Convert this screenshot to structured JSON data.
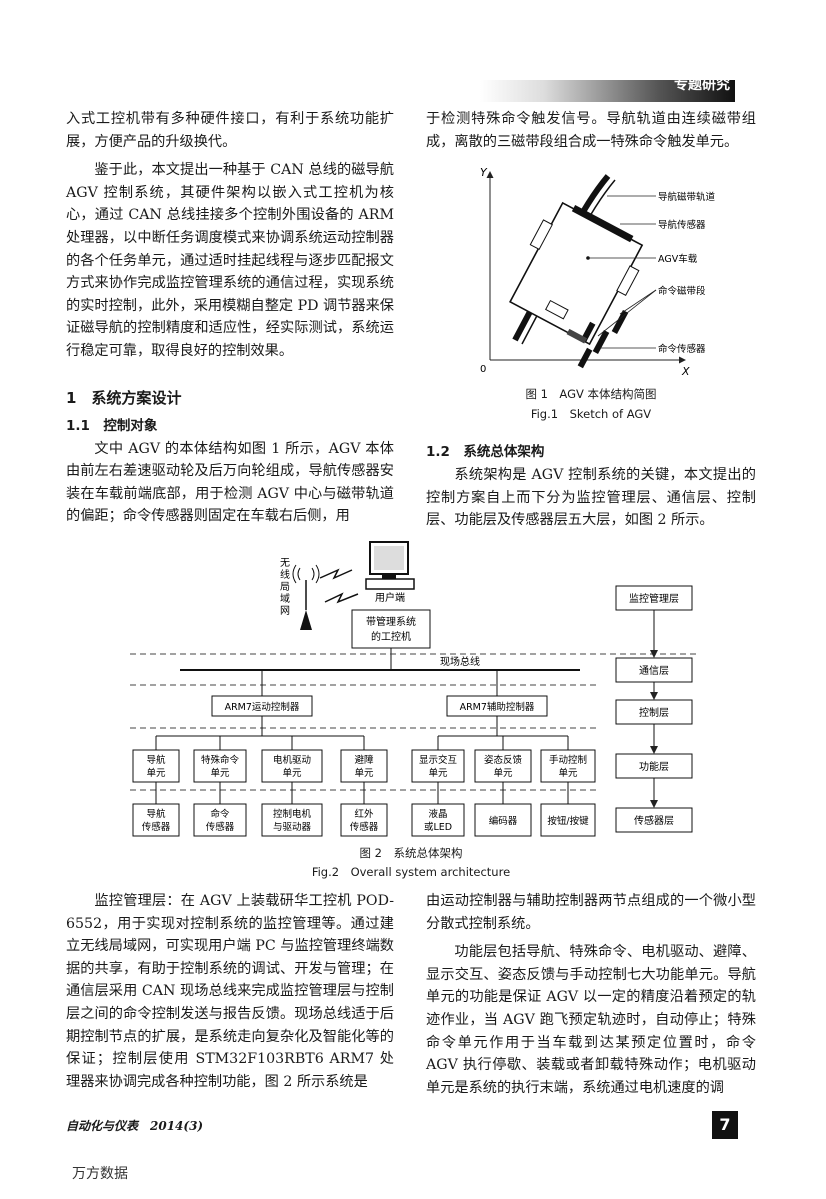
{
  "header": {
    "section_tag": "专题研究"
  },
  "left_col": {
    "p1": "入式工控机带有多种硬件接口，有利于系统功能扩展，方便产品的升级换代。",
    "p2": "鉴于此，本文提出一种基于 CAN 总线的磁导航 AGV 控制系统，其硬件架构以嵌入式工控机为核心，通过 CAN 总线挂接多个控制外围设备的 ARM 处理器，以中断任务调度模式来协调系统运动控制器的各个任务单元，通过适时挂起线程与逐步匹配报文方式来协作完成监控管理系统的通信过程，实现系统的实时控制，此外，采用模糊自整定 PD 调节器来保证磁导航的控制精度和适应性，经实际测试，系统运行稳定可靠，取得良好的控制效果。",
    "sec1": "1　系统方案设计",
    "sec1_1": "1.1　控制对象",
    "p3": "文中 AGV 的本体结构如图 1 所示，AGV 本体由前左右差速驱动轮及后万向轮组成，导航传感器安装在车载前端底部，用于检测 AGV 中心与磁带轨道的偏距；命令传感器则固定在车载右后侧，用"
  },
  "right_col": {
    "p1": "于检测特殊命令触发信号。导航轨道由连续磁带组成，离散的三磁带段组合成一特殊命令触发单元。",
    "sec1_2": "1.2　系统总体架构",
    "p2": "系统架构是 AGV 控制系统的关键，本文提出的控制方案自上而下分为监控管理层、通信层、控制层、功能层及传感器层五大层，如图 2 所示。"
  },
  "fig1": {
    "axis_y": "Y",
    "axis_x": "X",
    "origin": "0",
    "labels": [
      "导航磁带轨道",
      "导航传感器",
      "AGV车载",
      "命令磁带段",
      "命令传感器"
    ],
    "caption_cn": "图 1　AGV 本体结构简图",
    "caption_en": "Fig.1　Sketch of AGV"
  },
  "fig2": {
    "wlan": [
      "无",
      "线",
      "局",
      "域",
      "网"
    ],
    "user_pc": "用户端",
    "ipc": [
      "带管理系统",
      "的工控机"
    ],
    "fieldbus": "现场总线",
    "arm_motion": "ARM7运动控制器",
    "arm_aux": "ARM7辅助控制器",
    "func_units": [
      [
        "导航",
        "单元"
      ],
      [
        "特殊命令",
        "单元"
      ],
      [
        "电机驱动",
        "单元"
      ],
      [
        "避障",
        "单元"
      ],
      [
        "显示交互",
        "单元"
      ],
      [
        "姿态反馈",
        "单元"
      ],
      [
        "手动控制",
        "单元"
      ]
    ],
    "sensors": [
      [
        "导航",
        "传感器"
      ],
      [
        "命令",
        "传感器"
      ],
      [
        "控制电机",
        "与驱动器"
      ],
      [
        "红外",
        "传感器"
      ],
      [
        "液晶",
        "或LED"
      ],
      [
        "编码器"
      ],
      [
        "按钮/按键"
      ]
    ],
    "layers": [
      "监控管理层",
      "通信层",
      "控制层",
      "功能层",
      "传感器层"
    ],
    "caption_cn": "图 2　系统总体架构",
    "caption_en": "Fig.2　Overall system architecture"
  },
  "bottom_left": "监控管理层：在 AGV 上装载研华工控机 POD-6552，用于实现对控制系统的监控管理等。通过建立无线局域网，可实现用户端 PC 与监控管理终端数据的共享，有助于控制系统的调试、开发与管理；在通信层采用 CAN 现场总线来完成监控管理层与控制层之间的命令控制发送与报告反馈。现场总线适于后期控制节点的扩展，是系统走向复杂化及智能化等的保证；控制层使用 STM32F103RBT6 ARM7 处理器来协调完成各种控制功能，图 2 所示系统是",
  "bottom_right": {
    "p1": "由运动控制器与辅助控制器两节点组成的一个微小型分散式控制系统。",
    "p2": "功能层包括导航、特殊命令、电机驱动、避障、显示交互、姿态反馈与手动控制七大功能单元。导航单元的功能是保证 AGV 以一定的精度沿着预定的轨迹作业，当 AGV 跑飞预定轨迹时，自动停止；特殊命令单元作用于当车载到达某预定位置时，命令 AGV 执行停歇、装载或者卸载特殊动作；电机驱动单元是系统的执行末端，系统通过电机速度的调"
  },
  "footer": {
    "journal": "自动化与仪表　2014(3)",
    "page": "7",
    "watermark": "万方数据"
  }
}
